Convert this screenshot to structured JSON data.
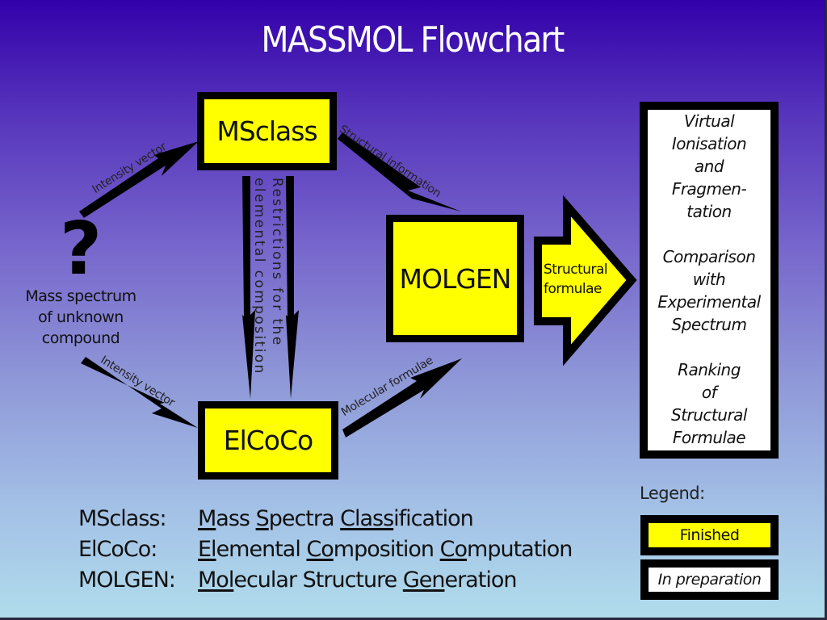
{
  "title": "MASSMOL Flowchart",
  "nodes": {
    "msclass": {
      "label": "MSclass",
      "status": "Finished"
    },
    "elcoco": {
      "label": "ElCoCo",
      "status": "Finished"
    },
    "molgen": {
      "label": "MOLGEN",
      "status": "Finished"
    },
    "input": {
      "icon": "question-mark-icon",
      "symbol": "?",
      "lines": [
        "Mass spectrum",
        "of unknown",
        "compound"
      ]
    },
    "output_arrow": {
      "lines": [
        "Structural",
        "formulae"
      ],
      "status": "Finished"
    },
    "future_steps": {
      "status": "In preparation",
      "groups": [
        [
          "Virtual",
          "Ionisation",
          "and",
          "Fragmen-",
          "tation"
        ],
        [
          "Comparison",
          "with",
          "Experimental",
          "Spectrum"
        ],
        [
          "Ranking",
          "of",
          "Structural",
          "Formulae"
        ]
      ]
    }
  },
  "edges": {
    "input_to_msclass": "Intensity vector",
    "input_to_elcoco": "Intensity vector",
    "msclass_to_molgen": "Structural information",
    "msclass_to_elcoco_line1": "Restrictions for the",
    "msclass_to_elcoco_line2": "elemental composition",
    "elcoco_to_molgen": "Molecular formulae"
  },
  "abbreviations": [
    {
      "key": "MSclass:",
      "parts": [
        [
          "M",
          true
        ],
        [
          "ass ",
          false
        ],
        [
          "S",
          true
        ],
        [
          "pectra ",
          false
        ],
        [
          "Class",
          true
        ],
        [
          "ification",
          false
        ]
      ]
    },
    {
      "key": "ElCoCo:",
      "parts": [
        [
          "El",
          true
        ],
        [
          "emental ",
          false
        ],
        [
          "Co",
          true
        ],
        [
          "mposition ",
          false
        ],
        [
          "Co",
          true
        ],
        [
          "mputation",
          false
        ]
      ]
    },
    {
      "key": "MOLGEN:",
      "parts": [
        [
          "Mol",
          true
        ],
        [
          "ecular Structure ",
          false
        ],
        [
          "Gen",
          true
        ],
        [
          "eration",
          false
        ]
      ]
    }
  ],
  "legend": {
    "title": "Legend:",
    "finished": "Finished",
    "in_preparation": "In preparation"
  },
  "colors": {
    "finished_fill": "#ffff00",
    "in_preparation_fill": "#ffffff",
    "border": "#000000",
    "title_text": "#ffffff",
    "background_top": "#3300aa",
    "background_bottom": "#b0dcec"
  }
}
